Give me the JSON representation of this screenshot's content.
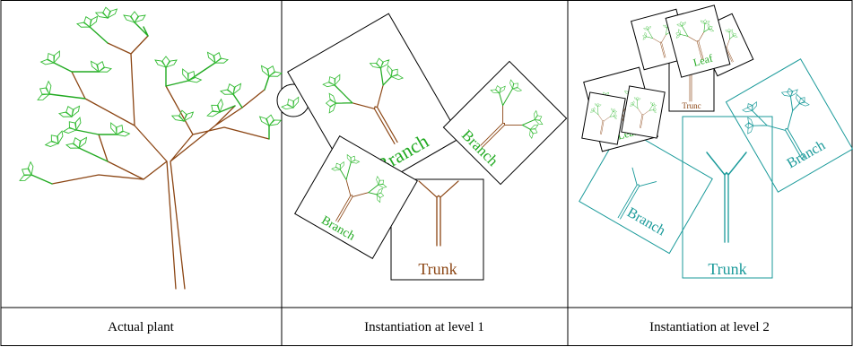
{
  "panels": [
    {
      "caption": "Actual plant"
    },
    {
      "caption": "Instantiation at level 1"
    },
    {
      "caption": "Instantiation at level 2"
    }
  ],
  "labels": {
    "level1_branch_top": "Branch",
    "level1_branch_right": "Branch",
    "level1_branch_left": "Branch",
    "level1_trunk": "Trunk",
    "level2_leaf_a": "Leaf",
    "level2_leaf_b": "Leaf",
    "level2_trunc": "Trunc",
    "level2_branch_left": "Branch",
    "level2_branch_right": "Branch",
    "level2_trunk": "Trunk"
  },
  "colors": {
    "trunk": "#8b4513",
    "leaf": "#33bb33",
    "label_green": "#22aa22",
    "level2": "#1a9a9a"
  }
}
